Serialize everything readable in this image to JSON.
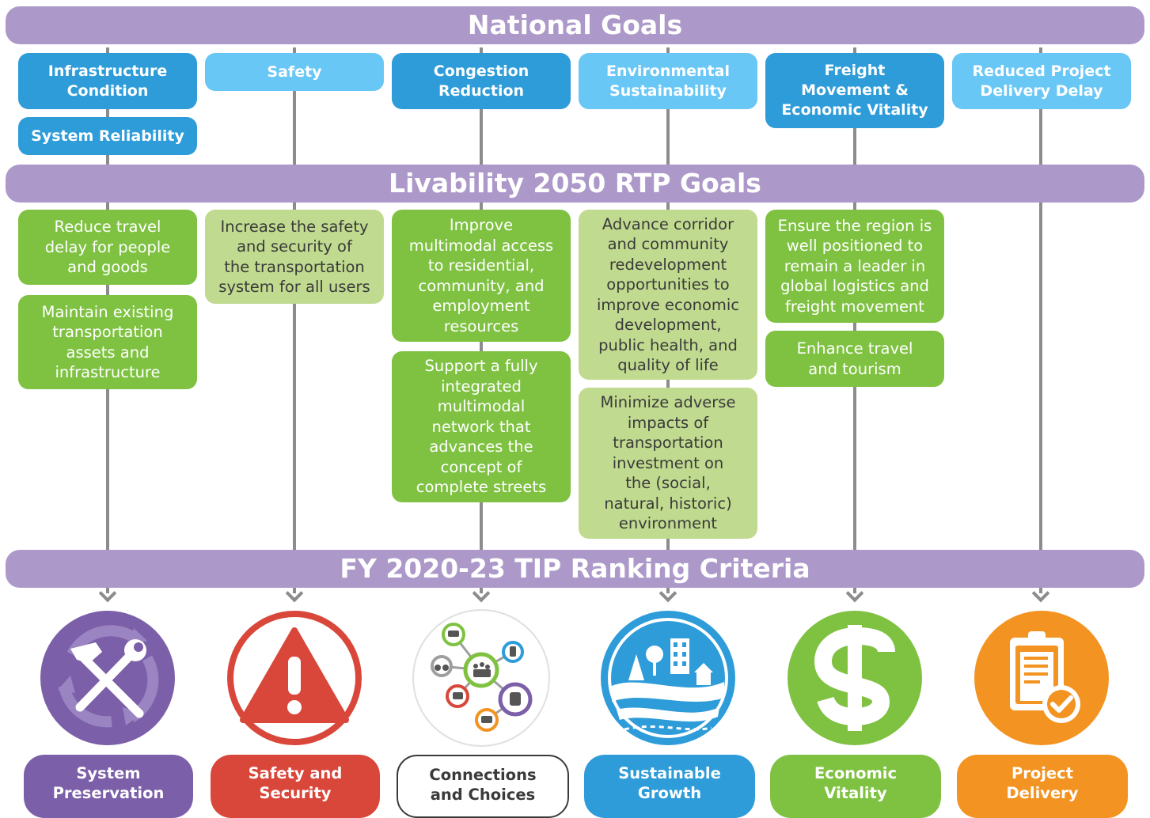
{
  "bands": {
    "national": "National Goals",
    "rtp": "Livability 2050 RTP Goals",
    "tip": "FY 2020-23 TIP Ranking Criteria"
  },
  "national_goals": {
    "infrastructure": [
      "Infrastructure",
      "Condition"
    ],
    "reliability": [
      "System Reliability"
    ],
    "safety": [
      "Safety"
    ],
    "congestion": [
      "Congestion",
      "Reduction"
    ],
    "environment": [
      "Environmental",
      "Sustainability"
    ],
    "freight": [
      "Freight",
      "Movement &",
      "Economic Vitality"
    ],
    "delivery": [
      "Reduced Project",
      "Delivery Delay"
    ]
  },
  "rtp_goals": {
    "reduce_delay": [
      "Reduce travel",
      "delay for people",
      "and goods"
    ],
    "maintain": [
      "Maintain existing",
      "transportation",
      "assets and",
      "infrastructure"
    ],
    "safety": [
      "Increase the safety",
      "and security of",
      "the transportation",
      "system for all users"
    ],
    "access": [
      "Improve",
      "multimodal access",
      "to residential,",
      "community, and",
      "employment",
      "resources"
    ],
    "network": [
      "Support a fully",
      "integrated",
      "multimodal",
      "network that",
      "advances the",
      "concept of",
      "complete streets"
    ],
    "redevelopment": [
      "Advance corridor",
      "and community",
      "redevelopment",
      "opportunities to",
      "improve economic",
      "development,",
      "public health, and",
      "quality of life"
    ],
    "adverse": [
      "Minimize adverse",
      "impacts of",
      "transportation",
      "investment on",
      "the (social,",
      "natural, historic)",
      "environment"
    ],
    "logistics": [
      "Ensure the region is",
      "well positioned to",
      "remain a leader in",
      "global logistics and",
      "freight movement"
    ],
    "tourism": [
      "Enhance travel",
      "and tourism"
    ]
  },
  "criteria": {
    "preservation": [
      "System",
      "Preservation"
    ],
    "safety": [
      "Safety and",
      "Security"
    ],
    "connections": [
      "Connections",
      "and Choices"
    ],
    "growth": [
      "Sustainable",
      "Growth"
    ],
    "economic": [
      "Economic",
      "Vitality"
    ],
    "delivery": [
      "Project",
      "Delivery"
    ]
  },
  "icons": [
    "tools-icon",
    "warning-icon",
    "network-icon",
    "landscape-icon",
    "dollar-icon",
    "clipboard-check-icon"
  ],
  "colors": {
    "band": "#ad99c9",
    "national_dark": "#2e9cd9",
    "national_light": "#69c7f6",
    "rtp_green": "#7fc242",
    "rtp_light_green": "#c0da8f",
    "preservation": "#7b5fa8",
    "safety": "#d9473b",
    "growth": "#2e9cd9",
    "economic": "#7fc242",
    "delivery": "#f39321"
  }
}
